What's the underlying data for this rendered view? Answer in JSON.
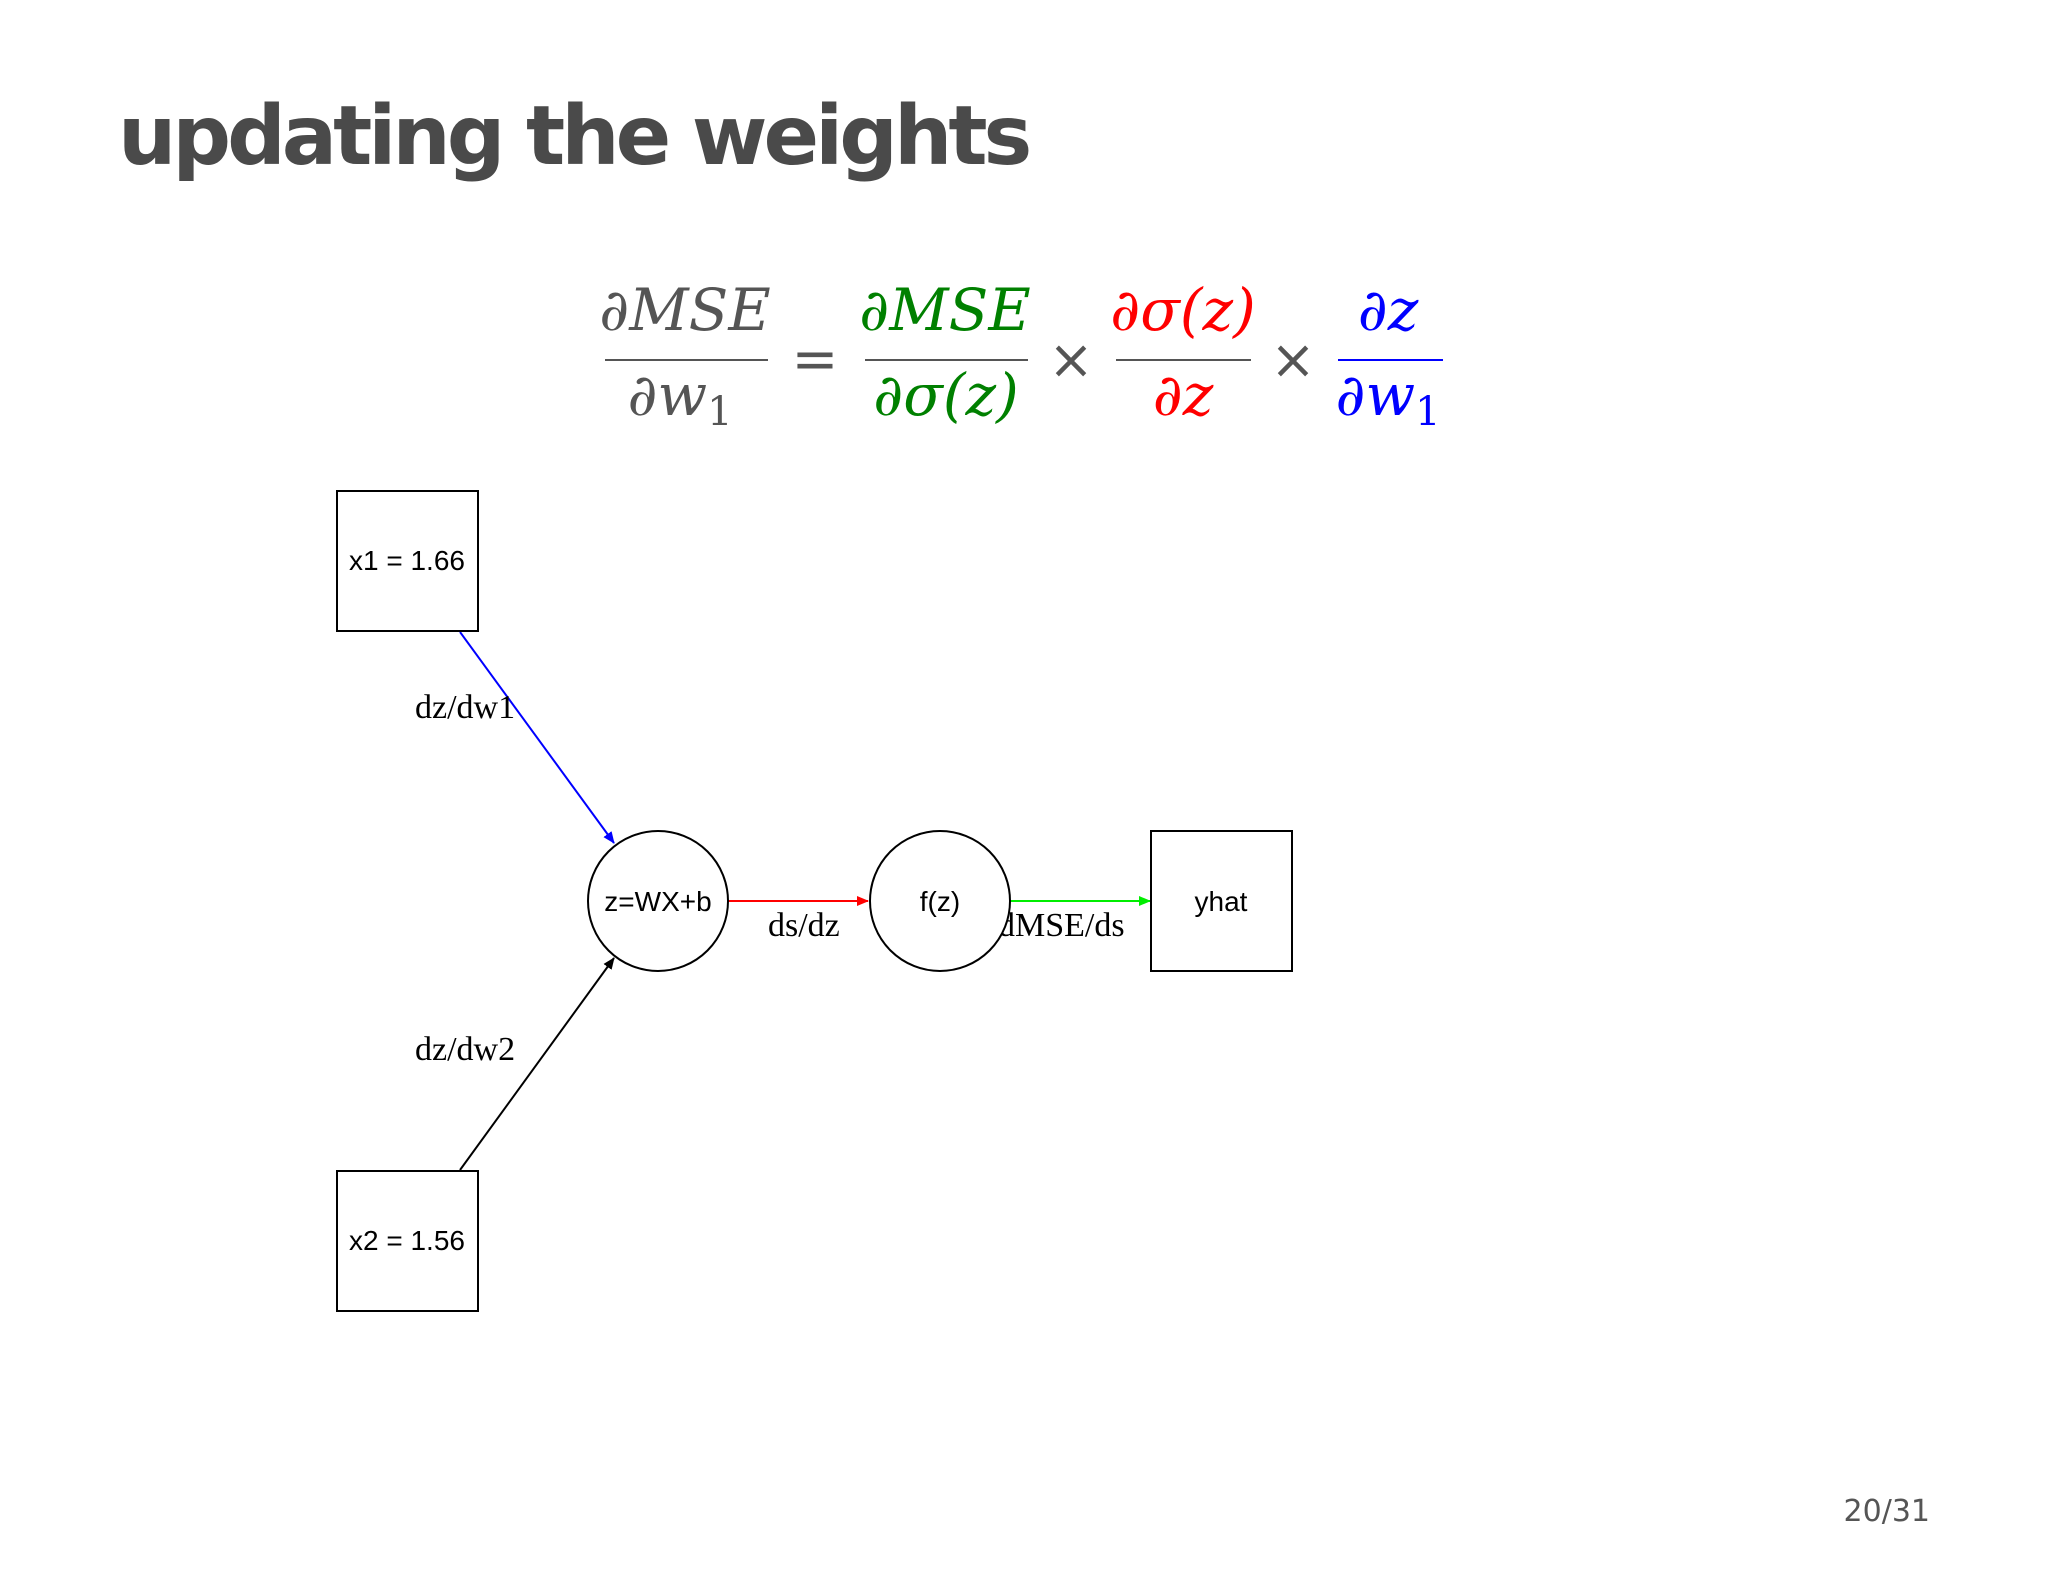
{
  "slide": {
    "title": "updating the weights",
    "page": "20/31"
  },
  "equation": {
    "lhs": {
      "num": "∂MSE",
      "den_main": "∂w",
      "den_sub": "1",
      "color": "#555555"
    },
    "equals": "=",
    "times": "×",
    "factors": [
      {
        "num": "∂MSE",
        "den": "∂σ(z)",
        "color": "#008000"
      },
      {
        "num": "∂σ(z)",
        "den": "∂z",
        "color": "#ff0000"
      },
      {
        "num": "∂z",
        "den_main": "∂w",
        "den_sub": "1",
        "color": "#0000ff"
      }
    ]
  },
  "diagram": {
    "nodes": {
      "x1": {
        "label": "x1 = 1.66",
        "shape": "box"
      },
      "x2": {
        "label": "x2 = 1.56",
        "shape": "box"
      },
      "z": {
        "label": "z=WX+b",
        "shape": "circle"
      },
      "f": {
        "label": "f(z)",
        "shape": "circle"
      },
      "yhat": {
        "label": "yhat",
        "shape": "box"
      }
    },
    "edges": {
      "x1_z": {
        "label": "dz/dw1",
        "color": "#0000ff"
      },
      "x2_z": {
        "label": "dz/dw2",
        "color": "#000000"
      },
      "z_f": {
        "label": "ds/dz",
        "color": "#ff0000"
      },
      "f_yhat": {
        "label": "dMSE/ds",
        "color": "#00ee00"
      }
    }
  }
}
